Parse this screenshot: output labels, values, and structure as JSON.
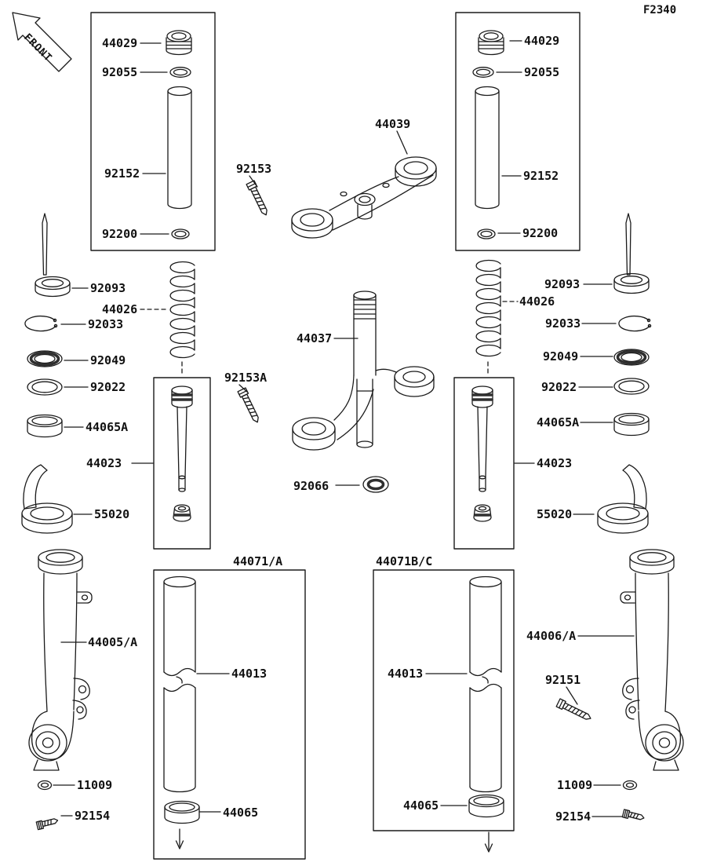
{
  "figure": {
    "code": "F2340",
    "front_label": "FRONT"
  },
  "colors": {
    "line": "#1a1a1a",
    "background": "#ffffff"
  },
  "parts": {
    "left": {
      "fork_cap": "44029",
      "o_ring": "92055",
      "fork_tube": "92152",
      "washer": "92200",
      "dust_seal": "92093",
      "fork_spring": "44026",
      "retaining_ring": "92033",
      "oil_seal": "92049",
      "seal_washer": "92022",
      "guide_bushing": "44065A",
      "cylinder_unit": "44023",
      "fork_guard": "55020",
      "outer_tube": "44005/A",
      "gasket": "11009",
      "drain_bolt": "92154",
      "assembly_label": "44071/A",
      "inner_tube": "44013",
      "bushing": "44065"
    },
    "center": {
      "stem_head": "44039",
      "stem_head_bolt": "92153",
      "steering_stem": "44037",
      "stem_bolt": "92153A",
      "plug": "92066"
    },
    "right": {
      "fork_cap": "44029",
      "o_ring": "92055",
      "fork_tube": "92152",
      "washer": "92200",
      "dust_seal": "92093",
      "fork_spring": "44026",
      "retaining_ring": "92033",
      "oil_seal": "92049",
      "seal_washer": "92022",
      "guide_bushing": "44065A",
      "cylinder_unit": "44023",
      "fork_guard": "55020",
      "outer_tube": "44006/A",
      "axle_bolt": "92151",
      "gasket": "11009",
      "drain_bolt": "92154",
      "assembly_label": "44071B/C",
      "inner_tube": "44013",
      "bushing": "44065"
    }
  }
}
